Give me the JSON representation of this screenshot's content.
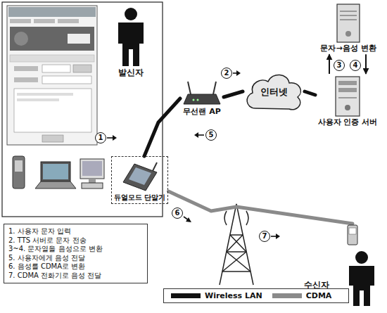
{
  "diagram": {
    "nodes": [
      {
        "text": [
          "발신자"
        ]
      },
      {
        "text": [
          "무선랜 AP"
        ]
      },
      {
        "text": [
          "인터넷"
        ]
      },
      {
        "text": [
          "문자→음성 변환"
        ]
      },
      {
        "text": [
          "사용자 인증 서버"
        ]
      },
      {
        "text": [
          "듀얼모드 단말기"
        ]
      },
      {
        "text": [
          "수신자"
        ]
      },
      {
        "text": [
          "1. 사용자 문자 입력",
          "2. TTS 서버로 문자 전송",
          "3~4. 문자열을 음성으로 변환",
          "5. 사용자에게 음성 전달",
          "6. 음성를 CDMA로 변환",
          "7. CDMA 전화기로 음성 전달"
        ]
      }
    ],
    "edges": [
      {
        "from": 5,
        "to": 1,
        "arrow": "none"
      },
      {
        "from": 1,
        "to": 2,
        "arrow": "none"
      },
      {
        "from": 2,
        "to": 4,
        "arrow": "none"
      },
      {
        "from": 4,
        "to": 3,
        "arrow": "to"
      },
      {
        "from": 3,
        "to": 4,
        "arrow": "to"
      },
      {
        "from": 5,
        "to": 6,
        "arrow": "none"
      }
    ],
    "labels": [
      "1",
      "2",
      "3",
      "4",
      "5",
      "6",
      "7"
    ],
    "legend": [
      {
        "text": "Wireless LAN",
        "color": "#111111"
      },
      {
        "text": "CDMA",
        "color": "#8a8a8a"
      }
    ]
  }
}
